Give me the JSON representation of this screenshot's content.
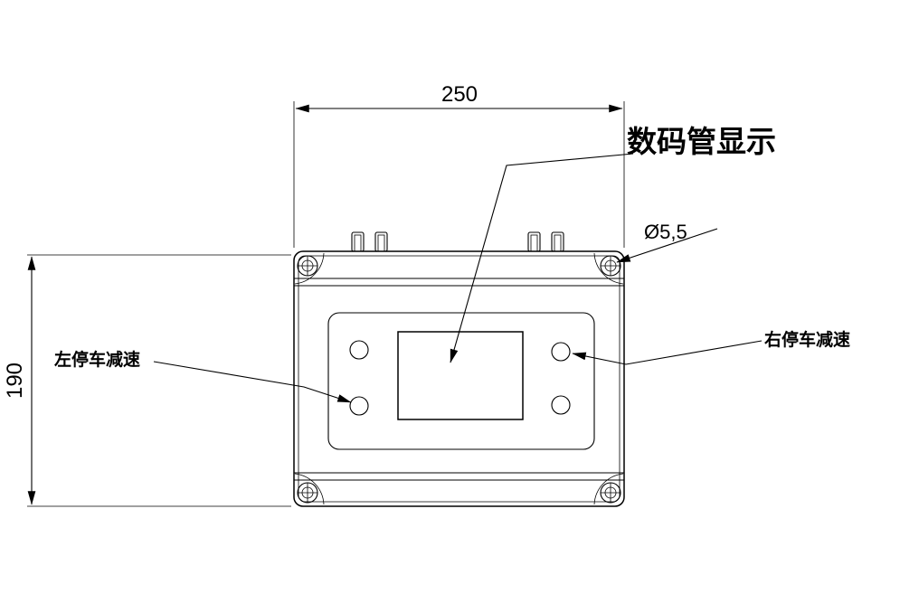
{
  "dimensions": {
    "width_label": "250",
    "height_label": "190",
    "hole_diameter_label": "Ø5,5"
  },
  "annotations": {
    "display_label": "数码管显示",
    "left_button_label": "左停车减速",
    "right_button_label": "右停车减速"
  },
  "colors": {
    "line": "#000000",
    "background": "#ffffff"
  }
}
